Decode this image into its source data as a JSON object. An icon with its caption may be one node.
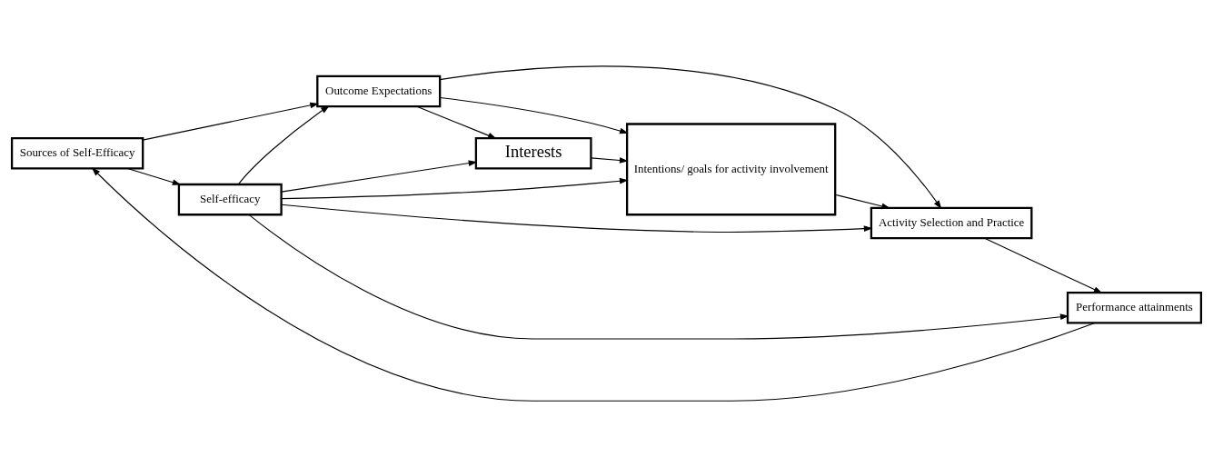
{
  "diagram": {
    "nodes": [
      {
        "text": [
          "Sources of Self-Efficacy"
        ]
      },
      {
        "text": [
          "Self-efficacy"
        ]
      },
      {
        "text": [
          "Outcome Expectations"
        ]
      },
      {
        "text": [
          "Interests"
        ]
      },
      {
        "text": [
          "Intentions/ goals for activity involvement"
        ]
      },
      {
        "text": [
          "Activity Selection and Practice"
        ]
      },
      {
        "text": [
          "Performance attainments"
        ]
      }
    ],
    "edges": [
      {
        "from": 0,
        "to": 1,
        "arrow": "to"
      },
      {
        "from": 0,
        "to": 2,
        "arrow": "to"
      },
      {
        "from": 1,
        "to": 2,
        "arrow": "to"
      },
      {
        "from": 1,
        "to": 3,
        "arrow": "to"
      },
      {
        "from": 1,
        "to": 4,
        "arrow": "to"
      },
      {
        "from": 1,
        "to": 5,
        "arrow": "to"
      },
      {
        "from": 1,
        "to": 6,
        "arrow": "to"
      },
      {
        "from": 2,
        "to": 3,
        "arrow": "to"
      },
      {
        "from": 2,
        "to": 4,
        "arrow": "to"
      },
      {
        "from": 2,
        "to": 5,
        "arrow": "to"
      },
      {
        "from": 3,
        "to": 4,
        "arrow": "to"
      },
      {
        "from": 4,
        "to": 5,
        "arrow": "to"
      },
      {
        "from": 5,
        "to": 6,
        "arrow": "to"
      },
      {
        "from": 6,
        "to": 0,
        "arrow": "to"
      }
    ]
  }
}
